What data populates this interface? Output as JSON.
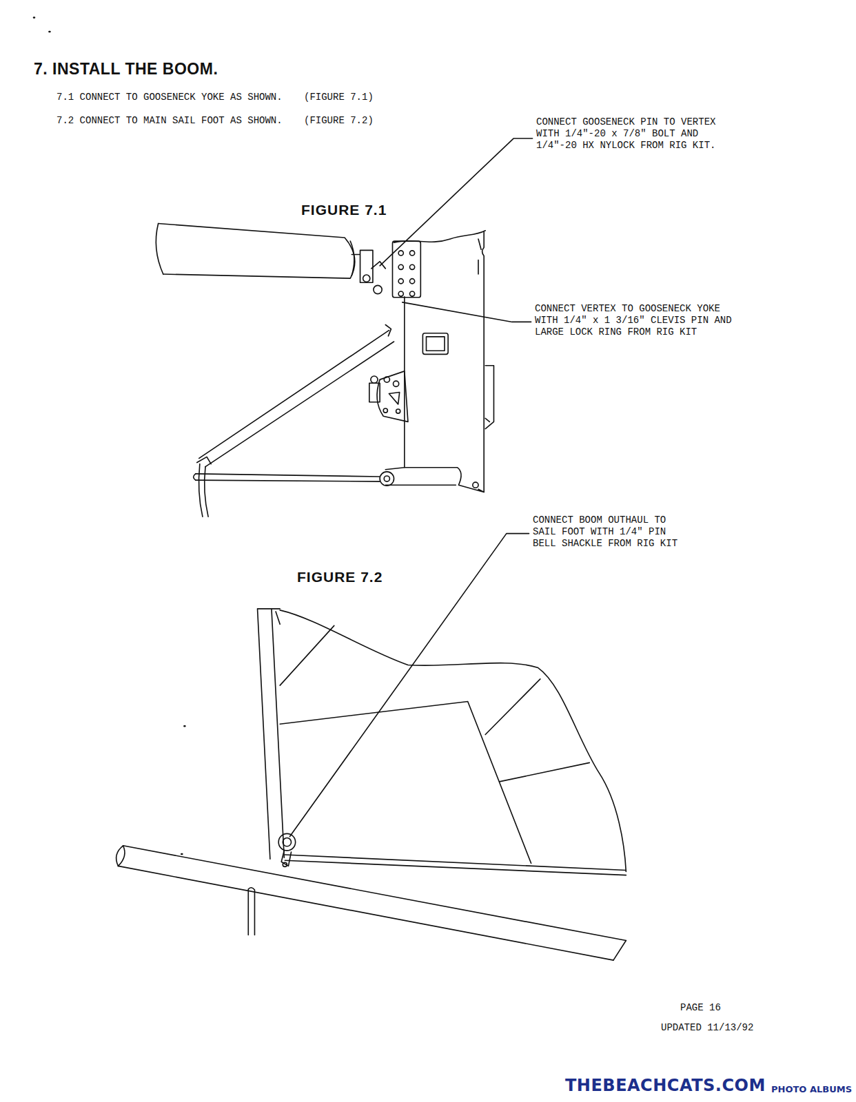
{
  "diagram": {
    "title": "7. INSTALL THE BOOM.",
    "labels": [
      "7.1 CONNECT TO GOOSENECK YOKE AS SHOWN.",
      "(FIGURE 7.1)",
      "7.2 CONNECT TO MAIN SAIL FOOT AS SHOWN.",
      "(FIGURE 7.2)",
      "CONNECT GOOSENECK PIN TO VERTEX WITH 1/4\"-20 x 7/8\" BOLT AND 1/4\"-20 HX NYLOCK FROM RIG KIT.",
      "FIGURE 7.1",
      "CONNECT VERTEX TO GOOSENECK YOKE WITH 1/4\" x 1 3/16\" CLEVIS PIN AND LARGE LOCK RING FROM RIG KIT",
      "CONNECT BOOM OUTHAUL TO SAIL FOOT WITH 1/4\" PIN BELL SHACKLE FROM RIG KIT",
      "FIGURE 7.2",
      "PAGE 16",
      "UPDATED 11/13/92",
      "THEBEACHCATS.COM",
      "PHOTO ALBUMS"
    ]
  }
}
